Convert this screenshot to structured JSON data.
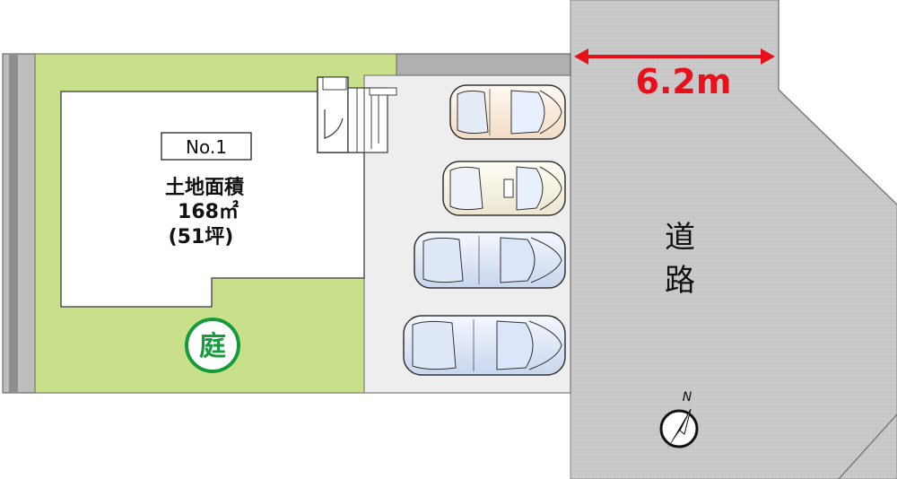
{
  "lot": {
    "number": "No.1",
    "area_title": "土地面積",
    "area_sqm": "168㎡",
    "area_tsubo": "(51坪)"
  },
  "garden_label": "庭",
  "road": {
    "label_top": "道",
    "label_bottom": "路",
    "width": "6.2m"
  },
  "compass": {
    "north_label": "N"
  },
  "parking": {
    "car_count": 4
  },
  "colors": {
    "garden": "#c9e08a",
    "road": "#c8c8c8",
    "parking": "#eeeeee",
    "measure_arrow": "#e8101a",
    "garden_badge": "#159a3c",
    "wall": "#9a9a9a"
  }
}
